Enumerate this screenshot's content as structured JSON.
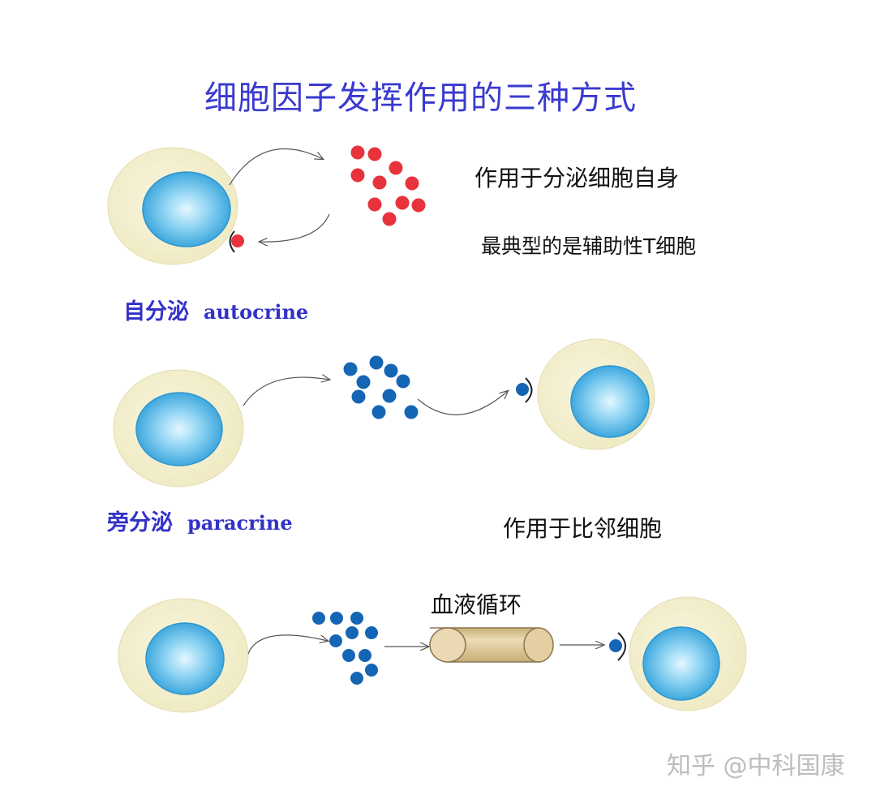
{
  "title": "细胞因子发挥作用的三种方式",
  "autocrine": {
    "label_cn": "自分泌",
    "label_en": "autocrine",
    "note": "作用于分泌细胞自身",
    "example": "最典型的是辅助性T细胞"
  },
  "paracrine": {
    "label_cn": "旁分泌",
    "label_en": "paracrine",
    "note": "作用于比邻细胞"
  },
  "endocrine": {
    "vessel_label": "血液循环"
  },
  "watermark": "知乎 @中科国康",
  "colors": {
    "cytoplasm": "#f3efcb",
    "nucleus": "#4fb9e6",
    "autocrine_dots": "#e8323c",
    "paracrine_dots": "#1565b5",
    "vessel": "#dcc79b",
    "title_text": "#3a3ad0"
  }
}
